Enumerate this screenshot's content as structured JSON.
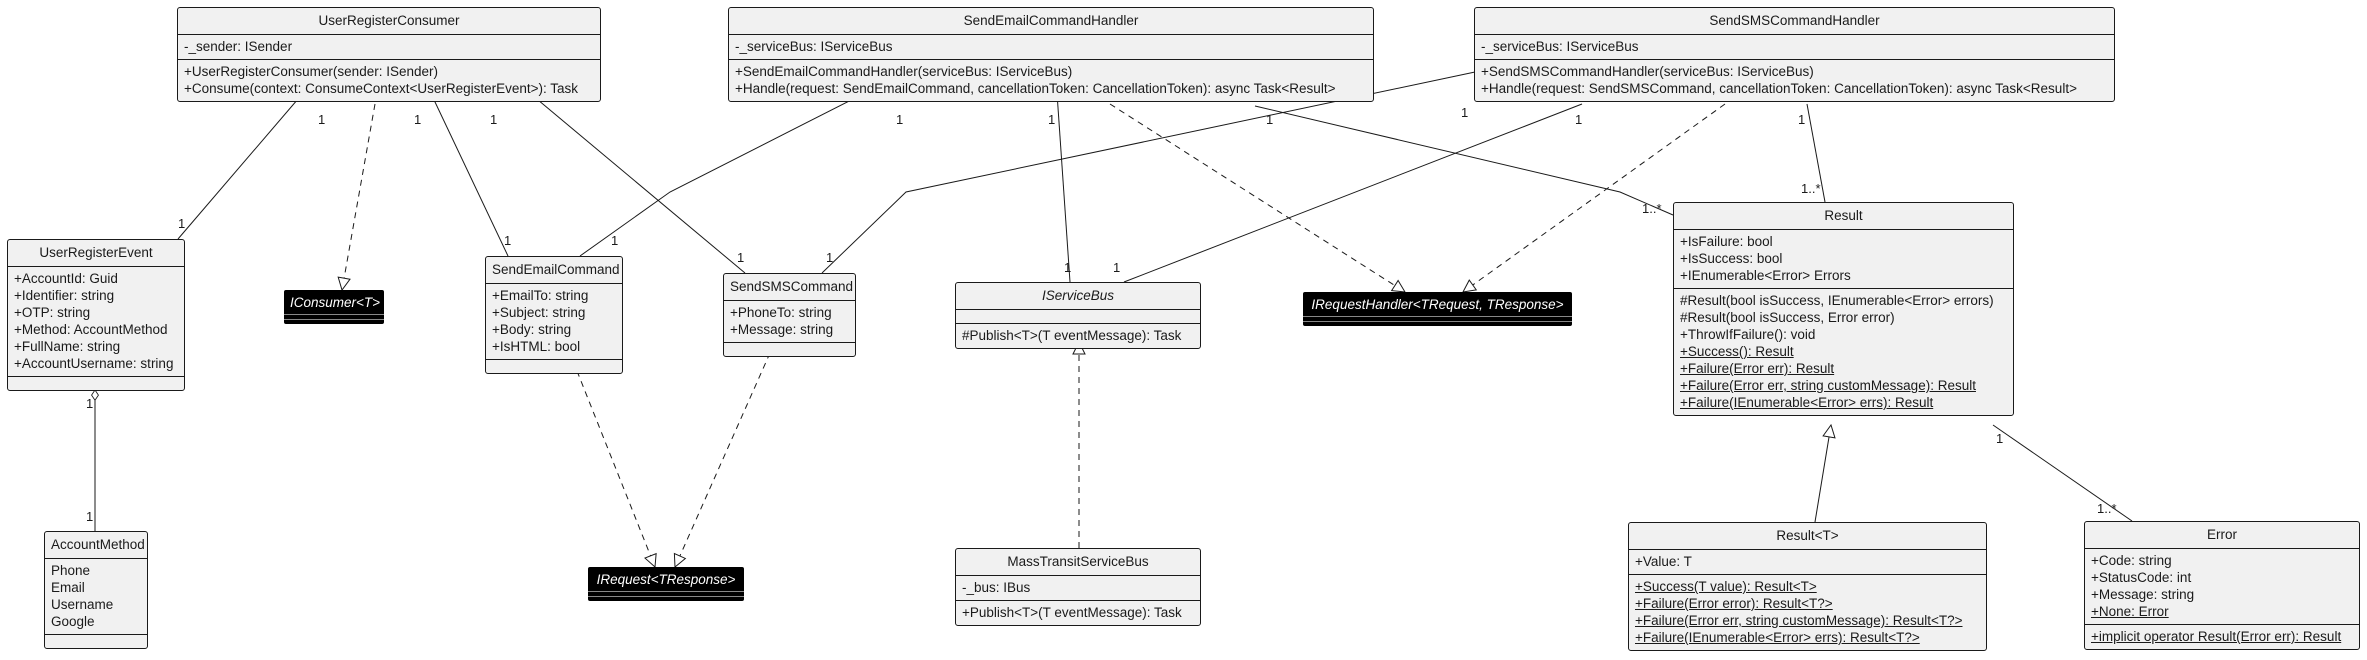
{
  "diagram": {
    "classes": {
      "UserRegisterConsumer": {
        "name": "UserRegisterConsumer",
        "fields": [
          "-_sender: ISender"
        ],
        "methods": [
          {
            "text": "+UserRegisterConsumer(sender: ISender)"
          },
          {
            "text": "+Consume(context: ConsumeContext<UserRegisterEvent>): Task"
          }
        ]
      },
      "SendEmailCommandHandler": {
        "name": "SendEmailCommandHandler",
        "fields": [
          "-_serviceBus: IServiceBus"
        ],
        "methods": [
          {
            "text": "+SendEmailCommandHandler(serviceBus: IServiceBus)"
          },
          {
            "text": "+Handle(request: SendEmailCommand, cancellationToken: CancellationToken): async Task<Result>"
          }
        ]
      },
      "SendSMSCommandHandler": {
        "name": "SendSMSCommandHandler",
        "fields": [
          "-_serviceBus: IServiceBus"
        ],
        "methods": [
          {
            "text": "+SendSMSCommandHandler(serviceBus: IServiceBus)"
          },
          {
            "text": "+Handle(request: SendSMSCommand, cancellationToken: CancellationToken): async Task<Result>"
          }
        ]
      },
      "UserRegisterEvent": {
        "name": "UserRegisterEvent",
        "fields": [
          "+AccountId: Guid",
          "+Identifier: string",
          "+OTP: string",
          "+Method: AccountMethod",
          "+FullName: string",
          "+AccountUsername: string"
        ],
        "methods": []
      },
      "SendEmailCommand": {
        "name": "SendEmailCommand",
        "fields": [
          "+EmailTo: string",
          "+Subject: string",
          "+Body: string",
          "+IsHTML: bool"
        ],
        "methods": []
      },
      "SendSMSCommand": {
        "name": "SendSMSCommand",
        "fields": [
          "+PhoneTo: string",
          "+Message: string"
        ],
        "methods": []
      },
      "IServiceBus": {
        "name": "IServiceBus",
        "fields": [],
        "methods": [
          {
            "text": "#Publish<T>(T eventMessage): Task"
          }
        ]
      },
      "Result": {
        "name": "Result",
        "fields": [
          "+IsFailure: bool",
          "+IsSuccess: bool",
          "+IEnumerable<Error> Errors"
        ],
        "methods": [
          {
            "text": "#Result(bool isSuccess, IEnumerable<Error> errors)"
          },
          {
            "text": "#Result(bool isSuccess, Error error)"
          },
          {
            "text": "+ThrowIfFailure(): void"
          },
          {
            "text": "+Success(): Result",
            "static": true
          },
          {
            "text": "+Failure(Error err): Result",
            "static": true
          },
          {
            "text": "+Failure(Error err, string customMessage): Result",
            "static": true
          },
          {
            "text": "+Failure(IEnumerable<Error> errs): Result",
            "static": true
          }
        ]
      },
      "AccountMethod": {
        "name": "AccountMethod",
        "fields": [
          "Phone",
          "Email",
          "Username",
          "Google"
        ],
        "methods": []
      },
      "MassTransitServiceBus": {
        "name": "MassTransitServiceBus",
        "fields": [
          "-_bus: IBus"
        ],
        "methods": [
          {
            "text": "+Publish<T>(T eventMessage): Task"
          }
        ]
      },
      "ResultT": {
        "name": "Result<T>",
        "fields": [
          "+Value: T"
        ],
        "methods": [
          {
            "text": "+Success(T value): Result<T>",
            "static": true
          },
          {
            "text": "+Failure(Error error): Result<T?>",
            "static": true
          },
          {
            "text": "+Failure(Error err, string customMessage): Result<T?>",
            "static": true
          },
          {
            "text": "+Failure(IEnumerable<Error> errs): Result<T?>",
            "static": true
          }
        ]
      },
      "Error": {
        "name": "Error",
        "fields": [
          {
            "text": "+Code: string"
          },
          {
            "text": "+StatusCode: int"
          },
          {
            "text": "+Message: string"
          },
          {
            "text": "+None: Error",
            "static": true
          }
        ],
        "methods": [
          {
            "text": "+implicit operator Result(Error err): Result",
            "static": true
          }
        ]
      }
    },
    "interfaces": {
      "IConsumer": {
        "name": "IConsumer<T>"
      },
      "IRequestHandler": {
        "name": "IRequestHandler<TRequest, TResponse>"
      },
      "IRequest": {
        "name": "IRequest<TResponse>"
      }
    },
    "multiplicities": {
      "uc_evt_a": "1",
      "uc_evt_b": "1",
      "uc_email_a": "1",
      "uc_email_b": "1",
      "uc_sms_a": "1",
      "uc_sms_b": "1",
      "eh_email_a": "1",
      "eh_email_b": "1",
      "eh_bus_a": "1",
      "eh_bus_b": "1",
      "eh_res_a": "1",
      "eh_res_b": "1..*",
      "sh_sms_a": "1",
      "sh_sms_b": "1",
      "sh_bus_a": "1",
      "sh_bus_b": "1",
      "sh_res_a": "1",
      "sh_res_b": "1..*",
      "evt_am_a": "1",
      "evt_am_b": "1",
      "res_err_a": "1",
      "res_err_b": "1..*"
    }
  }
}
